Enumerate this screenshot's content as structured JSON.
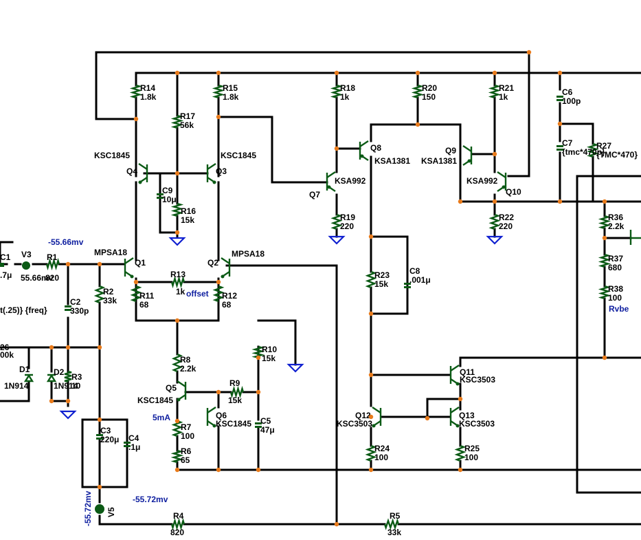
{
  "components": [
    {
      "id": "C1",
      "name": "C1",
      "value": ".7μ"
    },
    {
      "id": "V3",
      "name": "V3",
      "value": "55.66mv"
    },
    {
      "id": "R1",
      "name": "R1",
      "value": "820"
    },
    {
      "id": "C2",
      "name": "C2",
      "value": "330p"
    },
    {
      "id": "R2",
      "name": "R2",
      "value": "33k"
    },
    {
      "id": "R26",
      "name": "26",
      "value": "00k"
    },
    {
      "id": "D1",
      "name": "D1",
      "value": "1N914"
    },
    {
      "id": "D2",
      "name": "D2",
      "value": "1N914"
    },
    {
      "id": "R3",
      "name": "R3",
      "value": "10"
    },
    {
      "id": "C3",
      "name": "C3",
      "value": "220μ"
    },
    {
      "id": "C4",
      "name": "C4",
      "value": ".1μ"
    },
    {
      "id": "V5",
      "name": "V5",
      "value": "-55.72mv"
    },
    {
      "id": "R4",
      "name": "R4",
      "value": "820"
    },
    {
      "id": "R5",
      "name": "R5",
      "value": "33k"
    },
    {
      "id": "R14",
      "name": "R14",
      "value": "1.8k"
    },
    {
      "id": "R15",
      "name": "R15",
      "value": "1.8k"
    },
    {
      "id": "R17",
      "name": "R17",
      "value": "56k"
    },
    {
      "id": "C9",
      "name": "C9",
      "value": "10μ"
    },
    {
      "id": "R16",
      "name": "R16",
      "value": "15k"
    },
    {
      "id": "Q4",
      "name": "Q4",
      "value": "KSC1845"
    },
    {
      "id": "Q3",
      "name": "Q3",
      "value": "KSC1845"
    },
    {
      "id": "Q1",
      "name": "Q1",
      "value": "MPSA18"
    },
    {
      "id": "Q2",
      "name": "Q2",
      "value": "MPSA18"
    },
    {
      "id": "R13",
      "name": "R13",
      "value": "1k"
    },
    {
      "id": "R11",
      "name": "R11",
      "value": "68"
    },
    {
      "id": "R12",
      "name": "R12",
      "value": "68"
    },
    {
      "id": "R8",
      "name": "R8",
      "value": "2.2k"
    },
    {
      "id": "Q5",
      "name": "Q5",
      "value": "KSC1845"
    },
    {
      "id": "R9",
      "name": "R9",
      "value": "15k"
    },
    {
      "id": "Q6",
      "name": "Q6",
      "value": "KSC1845"
    },
    {
      "id": "R7",
      "name": "R7",
      "value": "100"
    },
    {
      "id": "R6",
      "name": "R6",
      "value": "65"
    },
    {
      "id": "R10",
      "name": "R10",
      "value": "15k"
    },
    {
      "id": "C5",
      "name": "C5",
      "value": "47μ"
    },
    {
      "id": "R18",
      "name": "R18",
      "value": "1k"
    },
    {
      "id": "R19",
      "name": "R19",
      "value": "220"
    },
    {
      "id": "Q7",
      "name": "Q7",
      "value": "KSA992"
    },
    {
      "id": "Q8",
      "name": "Q8",
      "value": "KSA1381"
    },
    {
      "id": "R20",
      "name": "R20",
      "value": "150"
    },
    {
      "id": "R21",
      "name": "R21",
      "value": "1k"
    },
    {
      "id": "Q9",
      "name": "Q9",
      "value": "KSA1381"
    },
    {
      "id": "Q10",
      "name": "Q10",
      "value": "KSA992"
    },
    {
      "id": "R22",
      "name": "R22",
      "value": "220"
    },
    {
      "id": "R23",
      "name": "R23",
      "value": "15k"
    },
    {
      "id": "C8",
      "name": "C8",
      "value": ".001μ"
    },
    {
      "id": "Q11",
      "name": "Q11",
      "value": "KSC3503"
    },
    {
      "id": "Q12",
      "name": "Q12",
      "value": "KSC3503"
    },
    {
      "id": "Q13",
      "name": "Q13",
      "value": "KSC3503"
    },
    {
      "id": "R24",
      "name": "R24",
      "value": "100"
    },
    {
      "id": "R25",
      "name": "R25",
      "value": "100"
    },
    {
      "id": "C6",
      "name": "C6",
      "value": "100p"
    },
    {
      "id": "C7",
      "name": "C7",
      "value": "{tmc*470p}"
    },
    {
      "id": "R27",
      "name": "R27",
      "value": "{TMC*470}"
    },
    {
      "id": "R36",
      "name": "R36",
      "value": "2.2k"
    },
    {
      "id": "R37",
      "name": "R37",
      "value": "680"
    },
    {
      "id": "R38",
      "name": "R38",
      "value": "100"
    }
  ],
  "annotations": {
    "v_in": "-55.66mv",
    "v_neg": "-55.72mv",
    "offset": "offset",
    "current": "5mA",
    "rvbe": "Rvbe",
    "source_expr": "t(.25)} {freq}"
  }
}
